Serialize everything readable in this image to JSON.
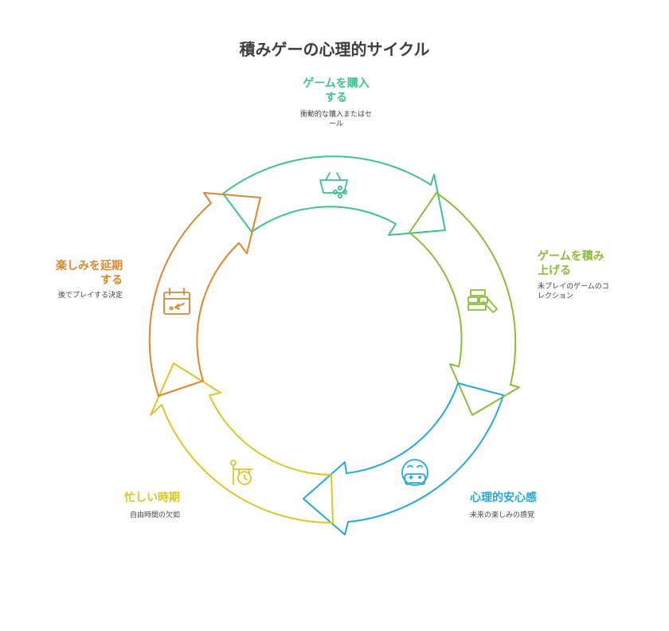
{
  "title": "積みゲーの心理的サイクル",
  "colors": {
    "buy": "#3ec48a",
    "stack": "#8dbb3c",
    "safe": "#27a8d6",
    "busy": "#dcc629",
    "delay": "#d9882f"
  },
  "stages": [
    {
      "title_lines": [
        "ゲームを購入",
        "する"
      ],
      "desc_lines": [
        "衝動的な購入またはセ",
        "ール"
      ],
      "icon": "shopping-basket-icon"
    },
    {
      "title_lines": [
        "ゲームを積み",
        "上げる"
      ],
      "desc_lines": [
        "未プレイのゲームのコ",
        "レクション"
      ],
      "icon": "stacked-blocks-icon"
    },
    {
      "title_lines": [
        "心理的安心感"
      ],
      "desc_lines": [
        "未来の楽しみの感覚"
      ],
      "icon": "gamepad-face-icon"
    },
    {
      "title_lines": [
        "忙しい時期"
      ],
      "desc_lines": [
        "自由時間の欠如"
      ],
      "icon": "clock-sign-icon"
    },
    {
      "title_lines": [
        "楽しみを延期",
        "する"
      ],
      "desc_lines": [
        "後でプレイする決定"
      ],
      "icon": "calendar-icon"
    }
  ]
}
